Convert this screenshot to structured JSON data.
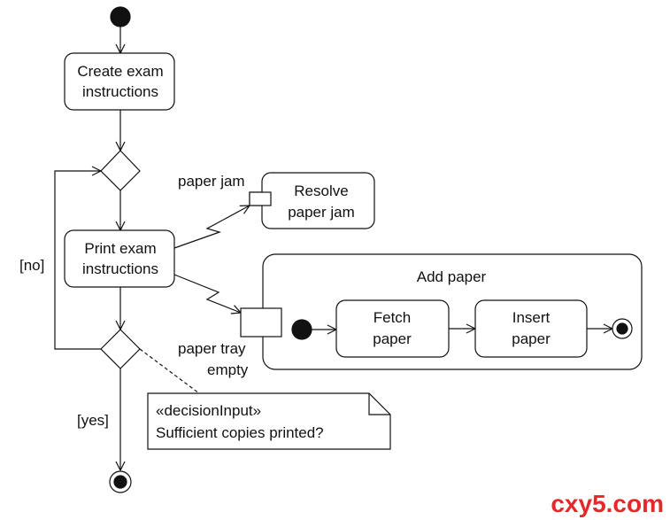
{
  "actions": {
    "create_exam": [
      "Create exam",
      "instructions"
    ],
    "print_exam": [
      "Print exam",
      "instructions"
    ],
    "resolve_jam": [
      "Resolve",
      "paper jam"
    ],
    "add_paper_region": "Add paper",
    "fetch_paper": [
      "Fetch",
      "paper"
    ],
    "insert_paper": [
      "Insert",
      "paper"
    ]
  },
  "events": {
    "paper_jam": "paper jam",
    "paper_tray_empty": [
      "paper tray",
      "empty"
    ]
  },
  "guards": {
    "no": "[no]",
    "yes": "[yes]"
  },
  "note": {
    "stereotype": "«decisionInput»",
    "text": "Sufficient copies printed?"
  },
  "watermark": "cxy5.com"
}
